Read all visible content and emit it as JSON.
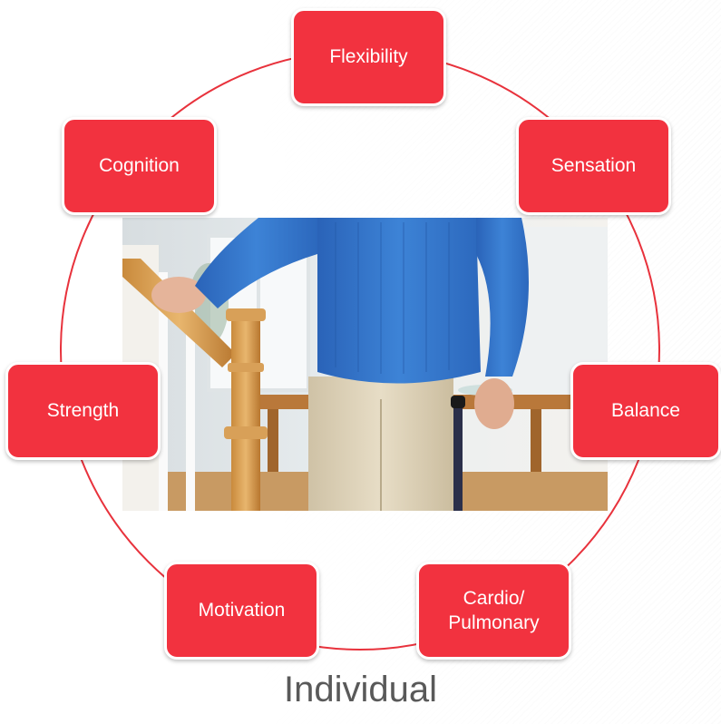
{
  "diagram": {
    "nodes": [
      {
        "id": "flexibility",
        "label": "Flexibility"
      },
      {
        "id": "sensation",
        "label": "Sensation"
      },
      {
        "id": "balance",
        "label": "Balance"
      },
      {
        "id": "cardio",
        "label": "Cardio/\nPulmonary"
      },
      {
        "id": "motivation",
        "label": "Motivation"
      },
      {
        "id": "strength",
        "label": "Strength"
      },
      {
        "id": "cognition",
        "label": "Cognition"
      }
    ],
    "center_label": "Individual"
  },
  "colors": {
    "node_fill": "#f2323f",
    "ring": "#e8323c",
    "caption": "#595959"
  }
}
